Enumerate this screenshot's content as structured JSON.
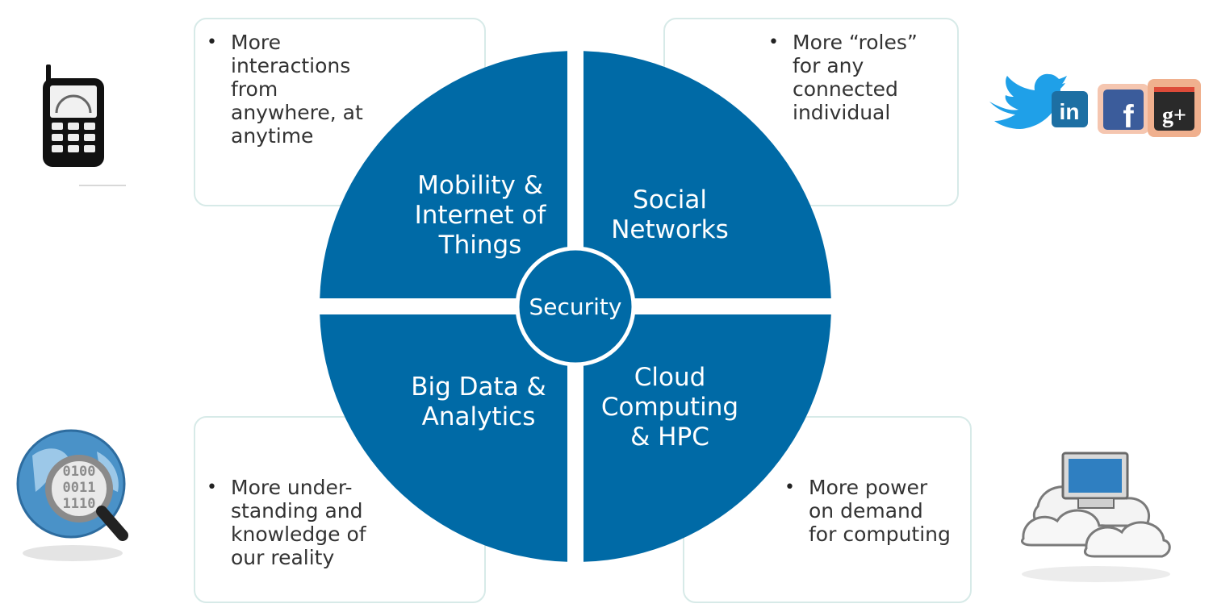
{
  "colors": {
    "quadrant": "#006aa6",
    "box_border": "#d7eae8",
    "text_light": "#ffffff",
    "text_dark": "#333333"
  },
  "quadrants": {
    "top_left": "Mobility &\nInternet of\nThings",
    "top_right": "Social\nNetworks",
    "bottom_left": "Big Data &\nAnalytics",
    "bottom_right": "Cloud\nComputing\n& HPC"
  },
  "center": "Security",
  "boxes": {
    "top_left": "More\ninteractions\nfrom\nanywhere, at\nanytime",
    "top_right": "More “roles”\nfor any\nconnected\nindividual",
    "bottom_left": "More under-\nstanding and\nknowledge of\nour reality",
    "bottom_right": "More power\non demand\nfor computing"
  },
  "icons": {
    "mobile": "mobile-phone-icon",
    "social": [
      "twitter-icon",
      "linkedin-icon",
      "facebook-icon",
      "google-plus-icon"
    ],
    "social_labels": {
      "linkedin": "in",
      "facebook": "f",
      "google_plus": "g+"
    },
    "data": "globe-magnifier-icon",
    "data_digits": [
      "0100",
      "0011",
      "1110"
    ],
    "cloud": "cloud-computer-icon"
  }
}
